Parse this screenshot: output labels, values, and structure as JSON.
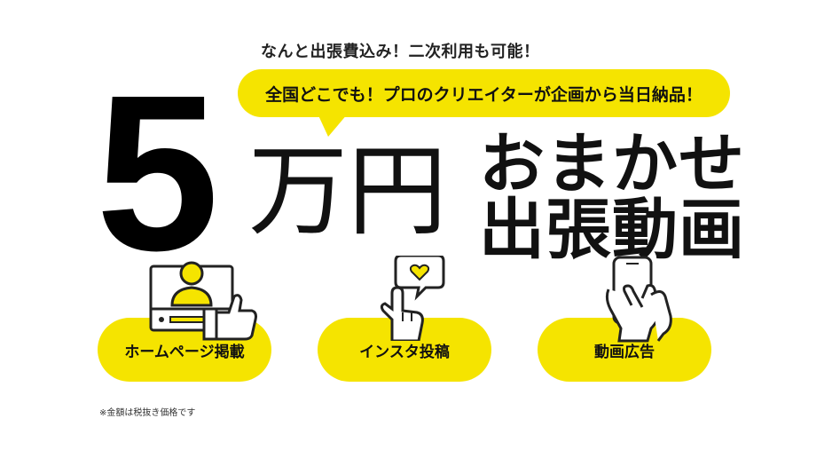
{
  "top_note": "なんと出張費込み！二次利用も可能！",
  "bubble_text": "全国どこでも！プロのクリエイターが企画から当日納品！",
  "price": {
    "number": "5",
    "unit": "万円"
  },
  "title": {
    "line1": "おまかせ",
    "line2": "出張動画"
  },
  "features": [
    {
      "label": "ホームページ掲載",
      "icon": "website-thumbs-up-icon"
    },
    {
      "label": "インスタ投稿",
      "icon": "heart-tap-icon"
    },
    {
      "label": "動画広告",
      "icon": "smartphone-hand-icon"
    }
  ],
  "footnote": "※金額は税抜き価格です",
  "colors": {
    "accent": "#f5e400",
    "text": "#111111",
    "background": "#ffffff"
  }
}
